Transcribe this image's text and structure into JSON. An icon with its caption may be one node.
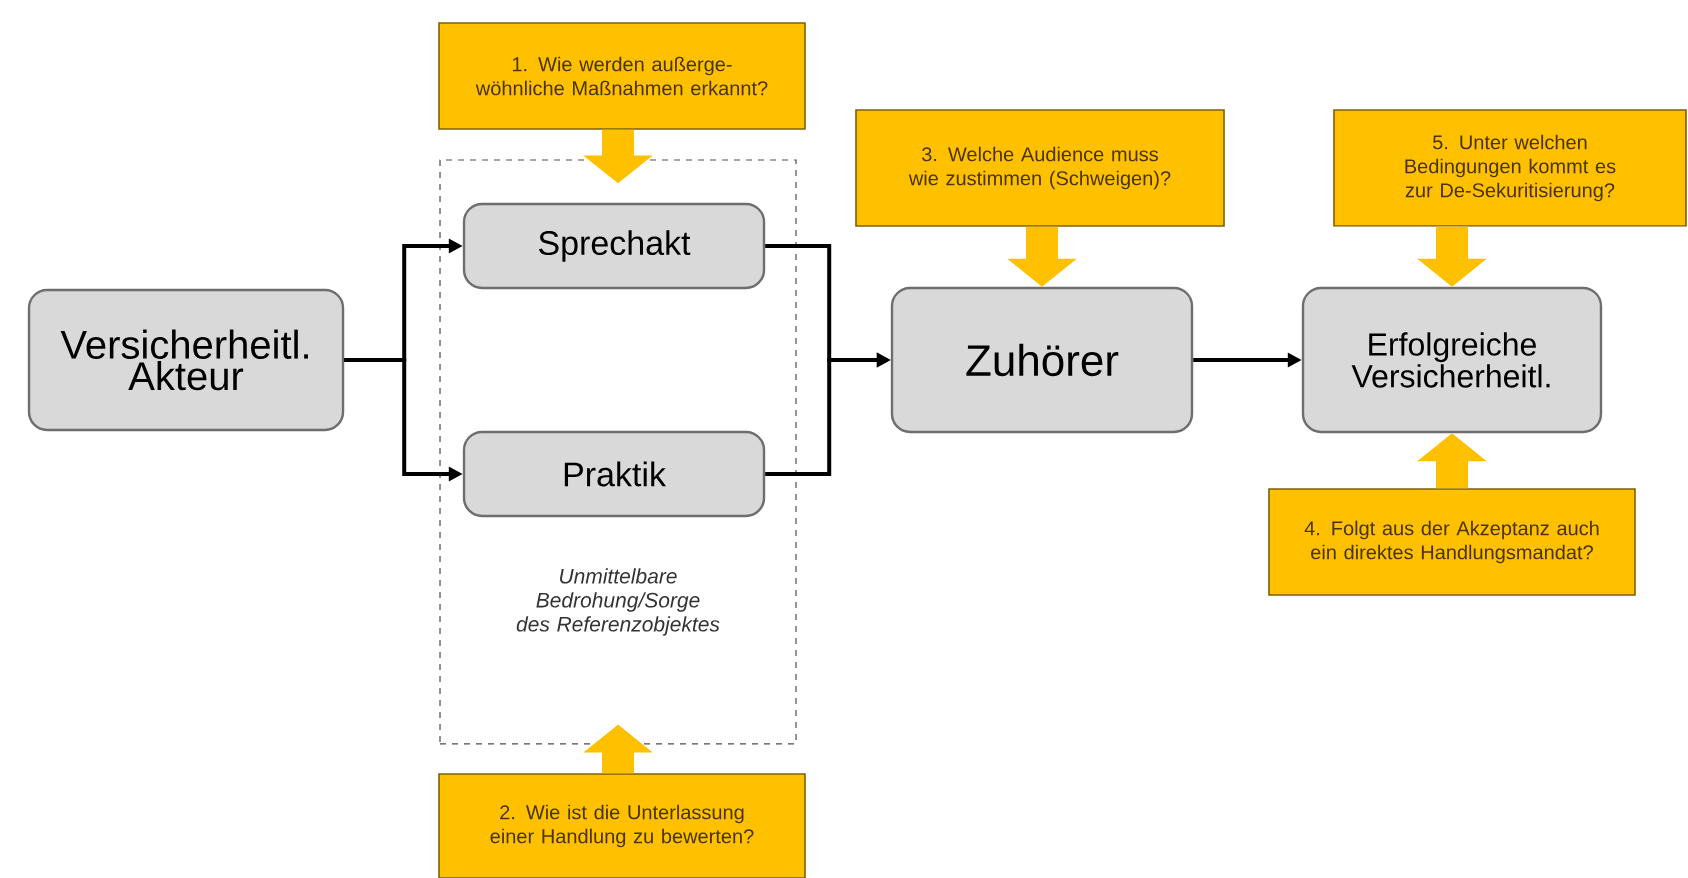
{
  "diagram": {
    "nodes": [
      {
        "text": [
          "Versicherheitl. Akteur"
        ]
      },
      {
        "text": [
          "1. Wie werden außerge- wöhnliche Maßnahmen erkannt?"
        ]
      },
      {
        "text": [
          "Unmittelbare Bedrohung/Sorge des Referenzobjektes"
        ]
      },
      {
        "text": [
          "Sprechakt"
        ],
        "in": 2
      },
      {
        "text": [
          "Praktik"
        ],
        "in": 2
      },
      {
        "text": [
          "2. Wie ist die Unterlassung einer Handlung zu bewerten?"
        ]
      },
      {
        "text": [
          "3. Welche Audience muss wie zustimmen (Schweigen)?"
        ]
      },
      {
        "text": [
          "Zuhörer"
        ]
      },
      {
        "text": [
          "5. Unter welchen Bedingungen kommt es zur De-Sekuritisierung?"
        ]
      },
      {
        "text": [
          "Erfolgreiche Versicherheitl."
        ]
      },
      {
        "text": [
          "4. Folgt aus der Akzeptanz auch ein direktes Handlungsmandat?"
        ]
      }
    ],
    "edges": [
      {
        "from": 0,
        "to": 3,
        "arrow": "to"
      },
      {
        "from": 0,
        "to": 4,
        "arrow": "to"
      },
      {
        "from": 3,
        "to": 7,
        "arrow": "to"
      },
      {
        "from": 4,
        "to": 7,
        "arrow": "to"
      },
      {
        "from": 7,
        "to": 9,
        "arrow": "to"
      },
      {
        "from": 1,
        "to": 2,
        "arrow": "to",
        "style": "thick",
        "color": "#ffc000"
      },
      {
        "from": 5,
        "to": 2,
        "arrow": "to",
        "style": "thick",
        "color": "#ffc000"
      },
      {
        "from": 6,
        "to": 7,
        "arrow": "to",
        "style": "thick",
        "color": "#ffc000"
      },
      {
        "from": 8,
        "to": 9,
        "arrow": "to",
        "style": "thick",
        "color": "#ffc000"
      },
      {
        "from": 10,
        "to": 9,
        "arrow": "to",
        "style": "thick",
        "color": "#ffc000"
      }
    ]
  }
}
